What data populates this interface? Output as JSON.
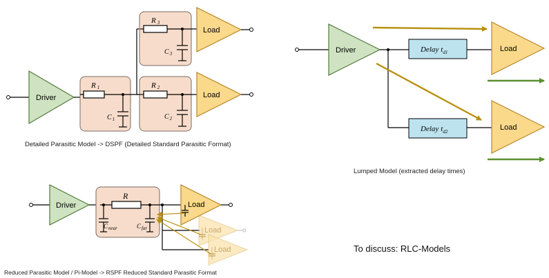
{
  "labels": {
    "driver": "Driver",
    "load": "Load",
    "r1": "R",
    "r1_sub": "1",
    "r2": "R",
    "r2_sub": "2",
    "r3": "R",
    "r3_sub": "3",
    "c1": "C",
    "c1_sub": "1",
    "c2": "C",
    "c2_sub": "2",
    "c3": "C",
    "c3_sub": "3",
    "r": "R",
    "c_near": "C",
    "c_near_sub": "near",
    "c_far": "C",
    "c_far_sub": "far",
    "delay": "Delay",
    "t": "t",
    "td1_sub": "d1",
    "td2_sub": "d2"
  },
  "captions": {
    "detailed": "Detailed Parasitic Model -> DSPF (Detailed Standard Parasitic Format)",
    "reduced": "Reduced Parasitic Model / Pi-Model -> RSPF Reduced Standard Parasitic Format",
    "lumped": "Lumped Model (extracted delay times)",
    "discuss": "To discuss: RLC-Models"
  },
  "colors": {
    "driver_fill": "#cfe3c2",
    "load_fill": "#fbd98a",
    "parasitic_box": "#f7dccb",
    "delay_box": "#bde3ef",
    "arrow_delay": "#b8900f",
    "arrow_green": "#5a8f2e"
  }
}
